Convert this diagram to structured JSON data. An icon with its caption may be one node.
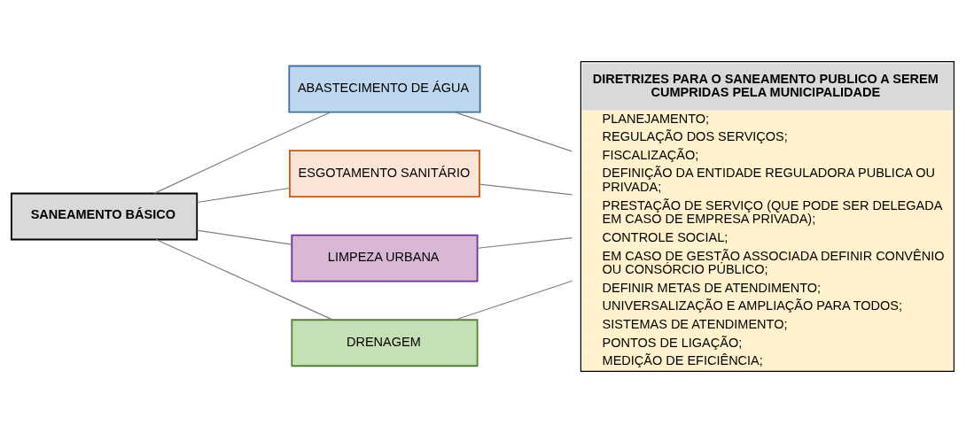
{
  "diagram": {
    "nodes": [
      {
        "text": [
          "SANEAMENTO BÁSICO"
        ]
      },
      {
        "text": [
          "ABASTECIMENTO DE ÁGUA"
        ]
      },
      {
        "text": [
          "ESGOTAMENTO SANITÁRIO"
        ]
      },
      {
        "text": [
          "LIMPEZA URBANA"
        ]
      },
      {
        "text": [
          "DRENAGEM"
        ]
      },
      {
        "text": [
          "DIRETRIZES PARA O SANEAMENTO PUBLICO A SEREM CUMPRIDAS PELA MUNICIPALIDADE",
          "PLANEJAMENTO;",
          "REGULAÇÃO DOS SERVIÇOS;",
          "FISCALIZAÇÃO;",
          "DEFINIÇÃO DA ENTIDADE REGULADORA PUBLICA OU PRIVADA;",
          "PRESTAÇÃO DE SERVIÇO (QUE PODE SER DELEGADA EM CASO DE EMPRESA PRIVADA);",
          "CONTROLE SOCIAL;",
          "EM CASO DE GESTÃO ASSOCIADA DEFINIR CONVÊNIO OU CONSÓRCIO PÚBLICO;",
          "DEFINIR METAS DE ATENDIMENTO;",
          "UNIVERSALIZAÇÃO E AMPLIAÇÃO PARA TODOS;",
          "SISTEMAS DE ATENDIMENTO;",
          "PONTOS DE LIGAÇÃO;",
          "MEDIÇÃO DE EFICIÊNCIA;"
        ]
      }
    ],
    "edges": [
      {
        "from": 0,
        "to": 1,
        "arrow": "none"
      },
      {
        "from": 0,
        "to": 2,
        "arrow": "none"
      },
      {
        "from": 0,
        "to": 3,
        "arrow": "none"
      },
      {
        "from": 0,
        "to": 4,
        "arrow": "none"
      },
      {
        "from": 1,
        "to": 5,
        "arrow": "none"
      },
      {
        "from": 2,
        "to": 5,
        "arrow": "none"
      },
      {
        "from": 3,
        "to": 5,
        "arrow": "none"
      },
      {
        "from": 4,
        "to": 5,
        "arrow": "none"
      }
    ]
  }
}
